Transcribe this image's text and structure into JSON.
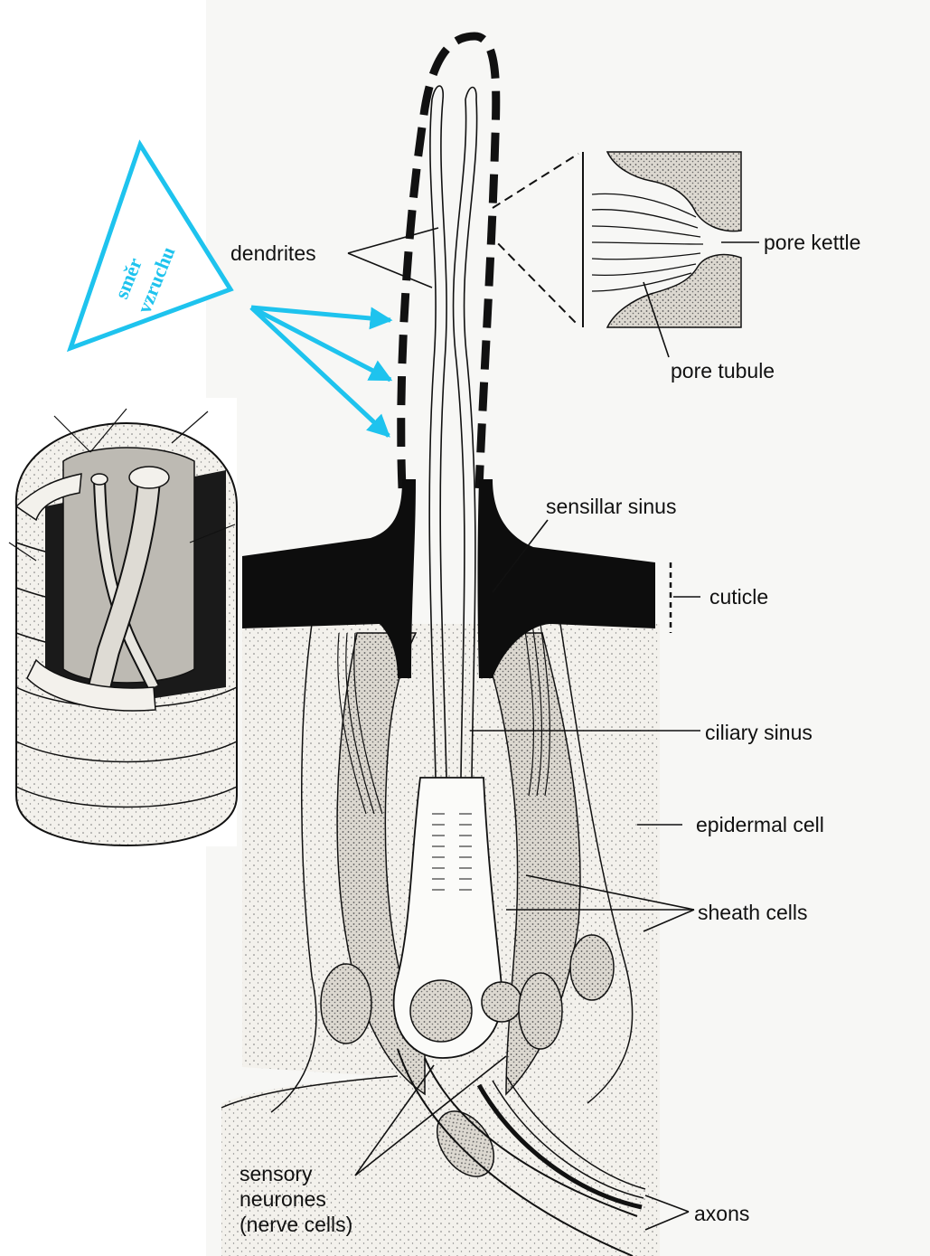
{
  "labels": {
    "dendrites": "dendrites",
    "pore_kettle": "pore kettle",
    "pore_tubule": "pore tubule",
    "sensillar_sinus": "sensillar sinus",
    "cuticle": "cuticle",
    "ciliary_sinus": "ciliary sinus",
    "epidermal_cell": "epidermal cell",
    "sheath_cells": "sheath cells",
    "sensory_neurones_line1": "sensory",
    "sensory_neurones_line2": "neurones",
    "sensory_neurones_line3": "(nerve cells)",
    "axons": "axons"
  },
  "stimulus_direction": {
    "line1": "směr",
    "line2": "vzruchu",
    "color": "#1ec3ee"
  },
  "colors": {
    "ink": "#111111",
    "paper": "#f6f6f4",
    "cell_fill": "#d8d4cc",
    "nucleus_fill": "#bdb7ad",
    "accent": "#1ec3ee"
  }
}
